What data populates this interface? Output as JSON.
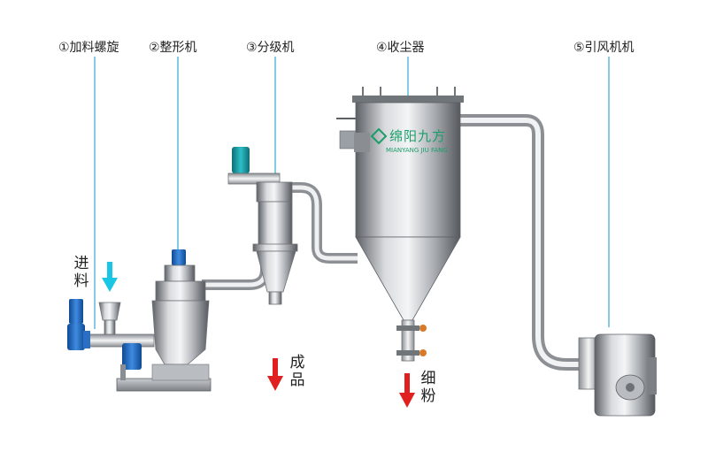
{
  "labels": {
    "feed_screw": "①加料螺旋",
    "shaper": "②整形机",
    "classifier": "③分级机",
    "dust_collector": "④收尘器",
    "induced_fan": "⑤引风机机"
  },
  "markers": {
    "feed_in": [
      "进",
      "料"
    ],
    "product": [
      "成",
      "品"
    ],
    "fine_powder": [
      "细",
      "粉"
    ]
  },
  "logo": {
    "cn": "绵阳九方",
    "en": "MIANYANG JIU FANG"
  },
  "colors": {
    "leader_line": "#33a9d9",
    "feed_arrow": "#19c6e6",
    "output_arrow": "#e02020",
    "motor_blue": "#1e6fc8",
    "motor_teal": "#1d9fa8",
    "steel_dark": "#6e7276",
    "steel_light": "#eceef0"
  }
}
